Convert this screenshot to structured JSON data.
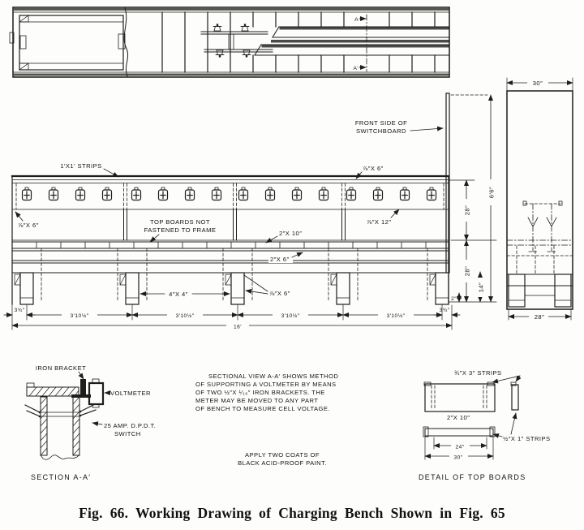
{
  "colors": {
    "ink": "#1d1d1b",
    "paper": "#fdfdfb"
  },
  "figure": {
    "caption": "Fig. 66.  Working Drawing of Charging Bench Shown in Fig. 65"
  },
  "plan": {
    "marker_a": "A",
    "marker_a2": "A'"
  },
  "side": {
    "dim_top": "30″",
    "dim_bottom": "28″"
  },
  "elevation": {
    "strips_label": "1′X1′ STRIPS",
    "front_side_line1": "FRONT SIDE OF",
    "front_side_line2": "SWITCHBOARD",
    "back_board_label": "⅞″X 6″",
    "left_board_label": "⅞″X 6″",
    "top_boards_line1": "TOP BOARDS NOT",
    "top_boards_line2": "FASTENED TO FRAME",
    "board_2x10_label": "2″X 10″",
    "board_7x12_label": "⅞″X 12″",
    "rail_2x6_label": "2″X 6″",
    "cleat_label": "⅞″X 6″",
    "leg_label": "4″X 4″",
    "span_dims": [
      "3′10⅛″",
      "3′10⅛″",
      "3′10⅛″",
      "3′10⅛″"
    ],
    "end_dim_left": "3¾″",
    "end_dim_right": "3¾″",
    "total_dim": "16′",
    "height_28_top": "28″",
    "height_28_bottom": "28″",
    "height_14": "14″",
    "height_total": "6′6″",
    "small_dim": "2″"
  },
  "section": {
    "iron_bracket_label": "IRON BRACKET",
    "voltmeter_label": "VOLTMETER",
    "switch_label_line1": "25 AMP. D.P.D.T.",
    "switch_label_line2": "SWITCH",
    "caption": "SECTION A-A′"
  },
  "notes": {
    "sectional": [
      "SECTIONAL VIEW A-A′ SHOWS METHOD",
      "OF SUPPORTING A VOLTMETER BY MEANS",
      "OF TWO ½″X ¹⁄₁₆″ IRON BRACKETS.  THE",
      "METER MAY BE MOVED TO ANY PART",
      "OF BENCH TO MEASURE CELL VOLTAGE."
    ],
    "paint": [
      "APPLY TWO COATS OF",
      "BLACK ACID-PROOF PAINT."
    ]
  },
  "detail": {
    "strips_34x3_label": "¾″X 3″ STRIPS",
    "board_2x10_label": "2″X 10″",
    "strips_12x1_label": "½″X 1″ STRIPS",
    "dim_24": "24″",
    "dim_30": "30″",
    "caption": "DETAIL OF TOP BOARDS"
  }
}
